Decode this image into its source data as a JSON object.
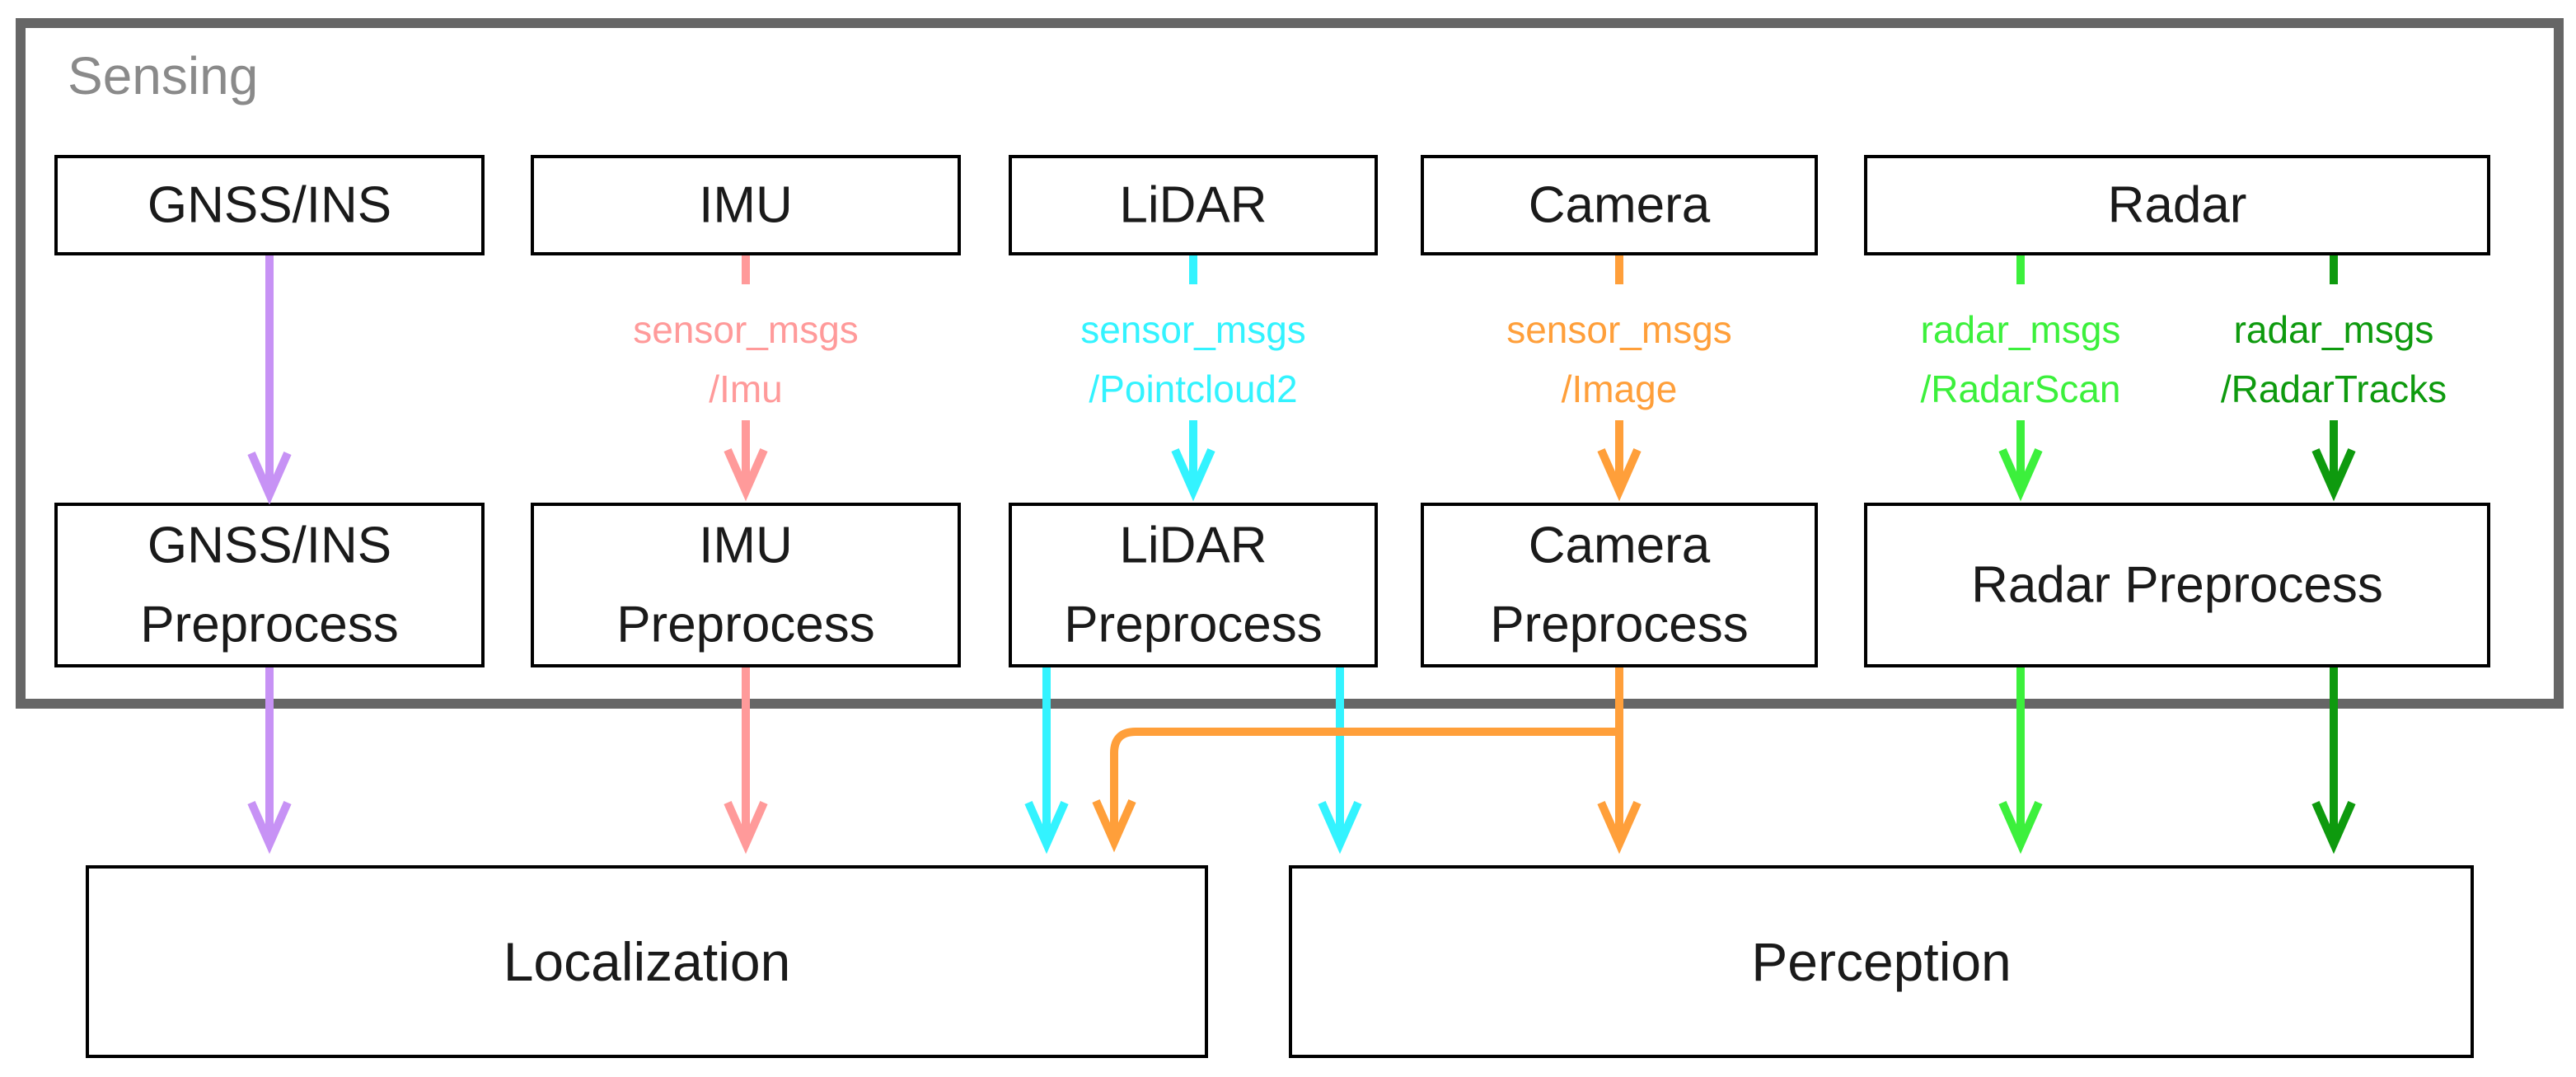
{
  "sensing": {
    "label": "Sensing"
  },
  "sensors": {
    "gnss": "GNSS/INS",
    "imu": "IMU",
    "lidar": "LiDAR",
    "camera": "Camera",
    "radar": "Radar"
  },
  "preprocess": {
    "gnss": [
      "GNSS/INS",
      "Preprocess"
    ],
    "imu": [
      "IMU",
      "Preprocess"
    ],
    "lidar": [
      "LiDAR",
      "Preprocess"
    ],
    "camera": [
      "Camera",
      "Preprocess"
    ],
    "radar": "Radar Preprocess"
  },
  "topics": {
    "imu": [
      "sensor_msgs",
      "/Imu"
    ],
    "lidar": [
      "sensor_msgs",
      "/Pointcloud2"
    ],
    "camera": [
      "sensor_msgs",
      "/Image"
    ],
    "radar_scan": [
      "radar_msgs",
      "/RadarScan"
    ],
    "radar_tracks": [
      "radar_msgs",
      "/RadarTracks"
    ]
  },
  "outputs": {
    "localization": "Localization",
    "perception": "Perception"
  },
  "colors": {
    "gnss": "#c792f5",
    "imu": "#ff9a9a",
    "lidar": "#33f3ff",
    "camera": "#ff9f3a",
    "radar_scan": "#3cf03c",
    "radar_tracks": "#0e9a0e",
    "frame": "#666666",
    "sensing_label": "#8a8a8a"
  }
}
